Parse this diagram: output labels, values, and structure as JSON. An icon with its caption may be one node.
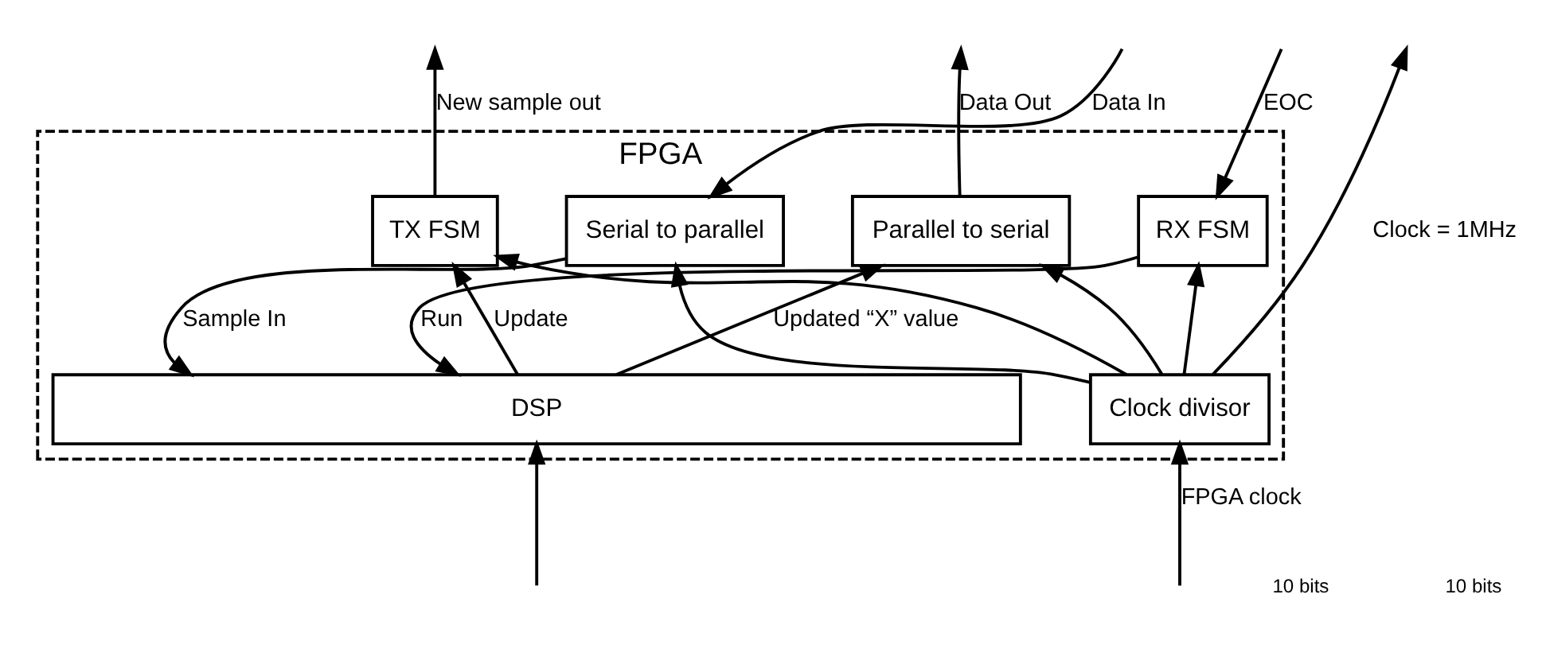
{
  "diagram": {
    "nodes": [
      {
        "text": [
          "FPGA"
        ]
      },
      {
        "text": [
          "Clock divisor"
        ],
        "in": 0
      },
      {
        "text": [
          "Serial to parallel"
        ],
        "in": 0
      },
      {
        "text": [
          "RX FSM"
        ],
        "in": 0
      },
      {
        "text": [
          "Parallel to serial"
        ],
        "in": 0
      },
      {
        "text": [
          "TX FSM"
        ],
        "in": 0
      },
      {
        "text": [
          "DSP"
        ],
        "in": 0
      }
    ],
    "edges": [
      {
        "from": 1,
        "to": null,
        "arrow": "to",
        "label": "Clock = 1MHz"
      },
      {
        "from": null,
        "to": 2,
        "arrow": "to",
        "label": "Data In"
      },
      {
        "from": null,
        "to": 3,
        "arrow": "to",
        "label": "EOC"
      },
      {
        "from": 4,
        "to": null,
        "arrow": "to",
        "label": "Data Out"
      },
      {
        "from": 5,
        "to": null,
        "arrow": "to",
        "label": "New sample out"
      },
      {
        "from": 1,
        "to": 2,
        "arrow": "to"
      },
      {
        "from": 1,
        "to": 3,
        "arrow": "to"
      },
      {
        "from": 1,
        "to": 4,
        "arrow": "to"
      },
      {
        "from": 1,
        "to": 5,
        "arrow": "to"
      },
      {
        "from": 2,
        "to": 6,
        "arrow": "to",
        "label": "Sample In"
      },
      {
        "from": 3,
        "to": 6,
        "arrow": "to",
        "label": "Run"
      },
      {
        "from": 6,
        "to": 4,
        "arrow": "to",
        "label": "Updated “X” value"
      },
      {
        "from": 6,
        "to": 5,
        "arrow": "to",
        "label": "Update"
      },
      {
        "from": null,
        "to": 1,
        "arrow": "to",
        "label": "FPGA clock"
      },
      {
        "from": null,
        "to": 6,
        "arrow": "to"
      }
    ],
    "labels": [
      "10 bits",
      "10 bits"
    ]
  }
}
